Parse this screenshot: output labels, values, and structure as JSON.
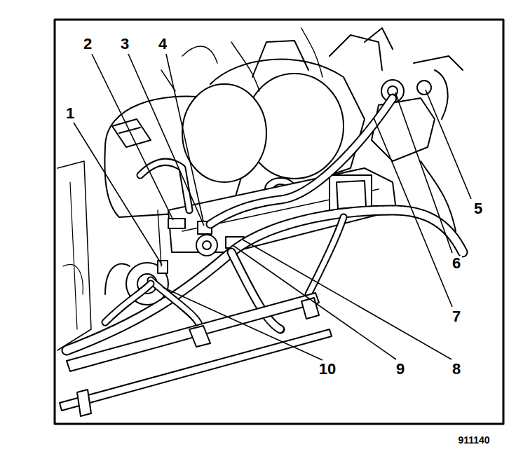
{
  "diagram": {
    "labels": [
      "1",
      "2",
      "3",
      "4",
      "5",
      "6",
      "7",
      "8",
      "9",
      "10",
      "911140"
    ]
  }
}
